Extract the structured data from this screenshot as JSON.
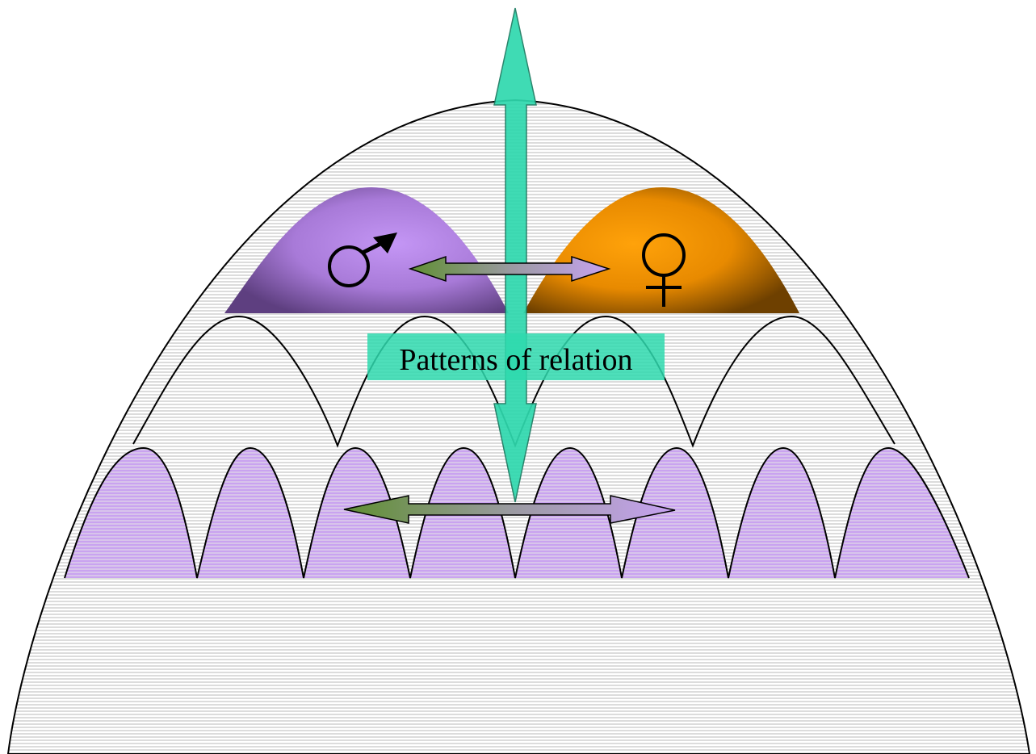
{
  "caption": "Patterns of relation",
  "symbols": {
    "male": "male-symbol",
    "female": "female-symbol"
  },
  "colors": {
    "background": "#ffffff",
    "hatch_line": "#b8b8b8",
    "outline": "#000000",
    "male_dome": "#b88ae6",
    "male_dome_dark": "#6b4a8f",
    "female_dome": "#ff9a00",
    "female_dome_dark": "#7a4a00",
    "lower_row_fill": "#c9a3f0",
    "teal_arrow": "#2fd9ae",
    "green_arrow": "#5f8f32",
    "lilac_arrow": "#c7a2f2"
  }
}
